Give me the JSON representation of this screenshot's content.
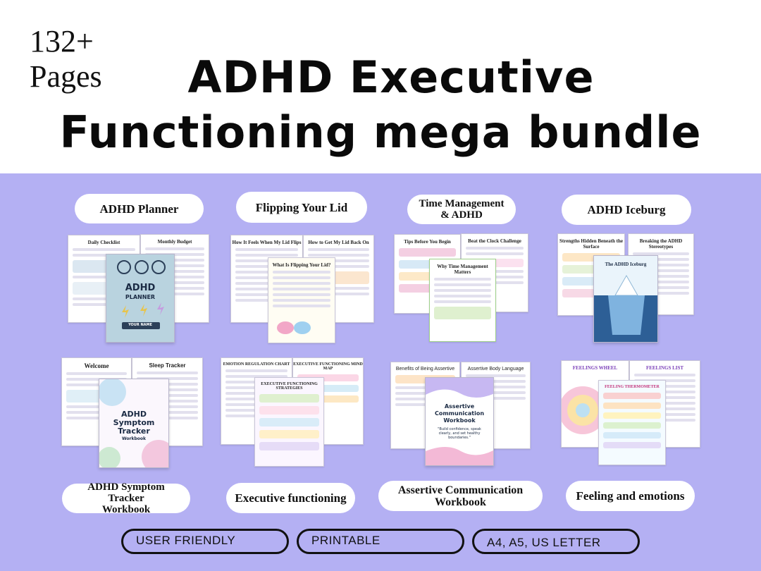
{
  "header": {
    "pages_line1": "132+",
    "pages_line2": "Pages",
    "title_line1": "ADHD Executive",
    "title_line2": "Functioning mega bundle"
  },
  "colors": {
    "panel_bg": "#b4b0f3",
    "pill_bg": "#ffffff",
    "tag_border": "#111111"
  },
  "products": [
    {
      "label": "ADHD Planner",
      "pages": [
        "Daily Checklist",
        "Monthly Budget"
      ],
      "cover": {
        "title": "ADHD",
        "subtitle": "PLANNER",
        "name_field": "YOUR NAME"
      }
    },
    {
      "label": "Flipping Your Lid",
      "pages": [
        "How It Feels When My Lid Flips",
        "How to Get My Lid Back On",
        "What Is Flipping Your Lid?"
      ]
    },
    {
      "label_line1": "Time Management",
      "label_line2": "& ADHD",
      "pages": [
        "Tips Before You Begin",
        "Beat the Clock Challenge",
        "Why Time Management Matters"
      ]
    },
    {
      "label": "ADHD Iceburg",
      "pages": [
        "Strengths Hidden Beneath the Surface",
        "Breaking the ADHD Stereotypes",
        "The ADHD Iceburg"
      ]
    },
    {
      "label_line1": "ADHD Symptom Tracker",
      "label_line2": "Workbook",
      "pages": [
        "Welcome",
        "Sleep Tracker"
      ],
      "cover": {
        "title_line1": "ADHD",
        "title_line2": "Symptom",
        "title_line3": "Tracker",
        "subtitle": "Workbook"
      }
    },
    {
      "label": "Executive functioning",
      "pages": [
        "EMOTION REGULATION CHART",
        "EXECUTIVE FUNCTIONING MIND MAP",
        "EXECUTIVE FUNCTIONING STRATEGIES"
      ]
    },
    {
      "label_line1": "Assertive Communication",
      "label_line2": "Workbook",
      "pages": [
        "Benefits of Being Assertive",
        "Assertive Body Language"
      ],
      "cover": {
        "title_line1": "Assertive",
        "title_line2": "Communication",
        "title_line3": "Workbook",
        "tagline": "\"Build confidence, speak clearly, and set healthy boundaries.\""
      }
    },
    {
      "label": "Feeling and emotions",
      "pages": [
        "FEELINGS WHEEL",
        "FEELINGS LIST",
        "FEELING THERMOMETER"
      ]
    }
  ],
  "tags": [
    "USER FRIENDLY",
    "PRINTABLE",
    "A4, A5, US LETTER"
  ]
}
